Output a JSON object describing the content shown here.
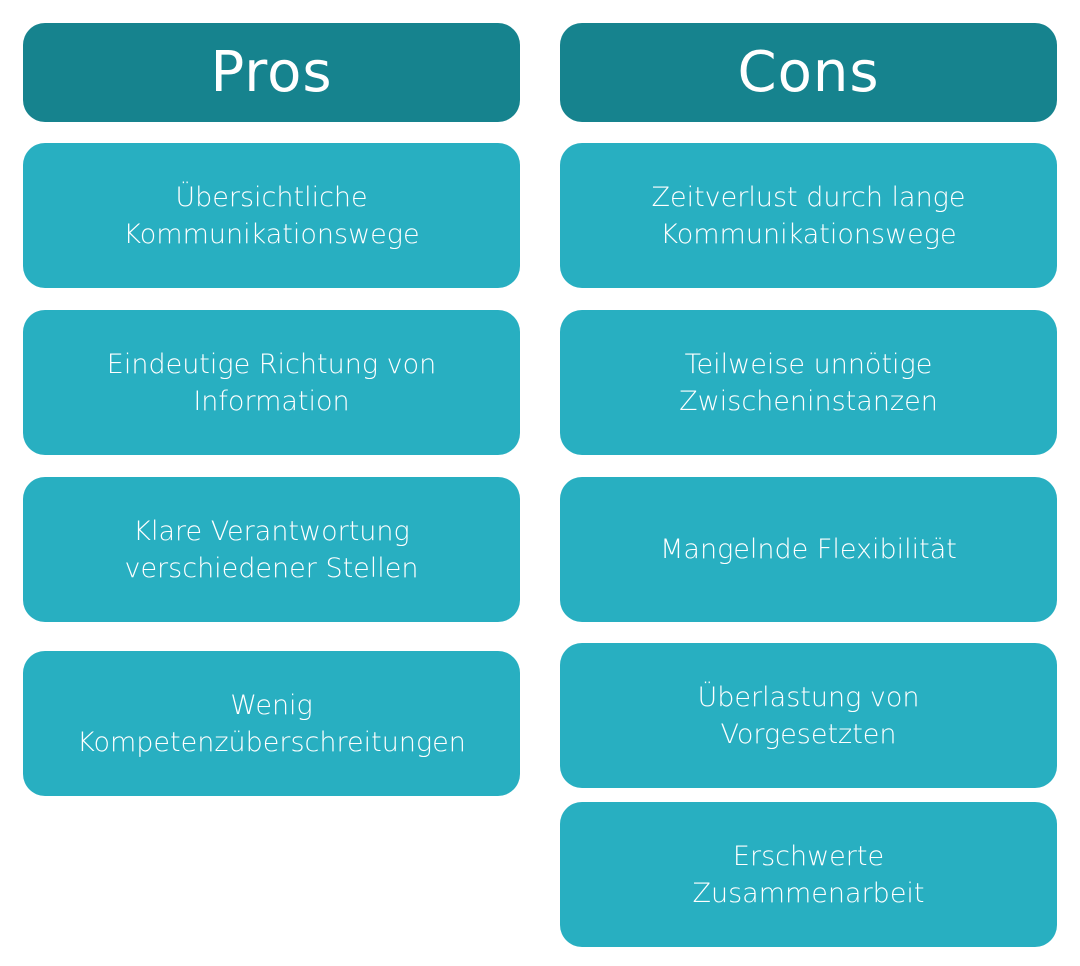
{
  "pros": {
    "title": "Pros",
    "items": [
      {
        "label": "Übersichtliche\nKommunikationswege"
      },
      {
        "label": "Eindeutige Richtung von\nInformation"
      },
      {
        "label": "Klare Verantwortung\nverschiedener Stellen"
      },
      {
        "label": "Wenig\nKompetenzüberschreitungen"
      }
    ]
  },
  "cons": {
    "title": "Cons",
    "items": [
      {
        "label": "Zeitverlust durch lange\nKommunikationswege"
      },
      {
        "label": "Teilweise unnötige\nZwischeninstanzen"
      },
      {
        "label": "Mangelnde Flexibilität"
      },
      {
        "label": "Überlastung von\nVorgesetzten"
      },
      {
        "label": "Erschwerte\nZusammenarbeit"
      }
    ]
  },
  "colors": {
    "header": "#16838e",
    "item": "#28afc1",
    "text": "#ffffff"
  }
}
